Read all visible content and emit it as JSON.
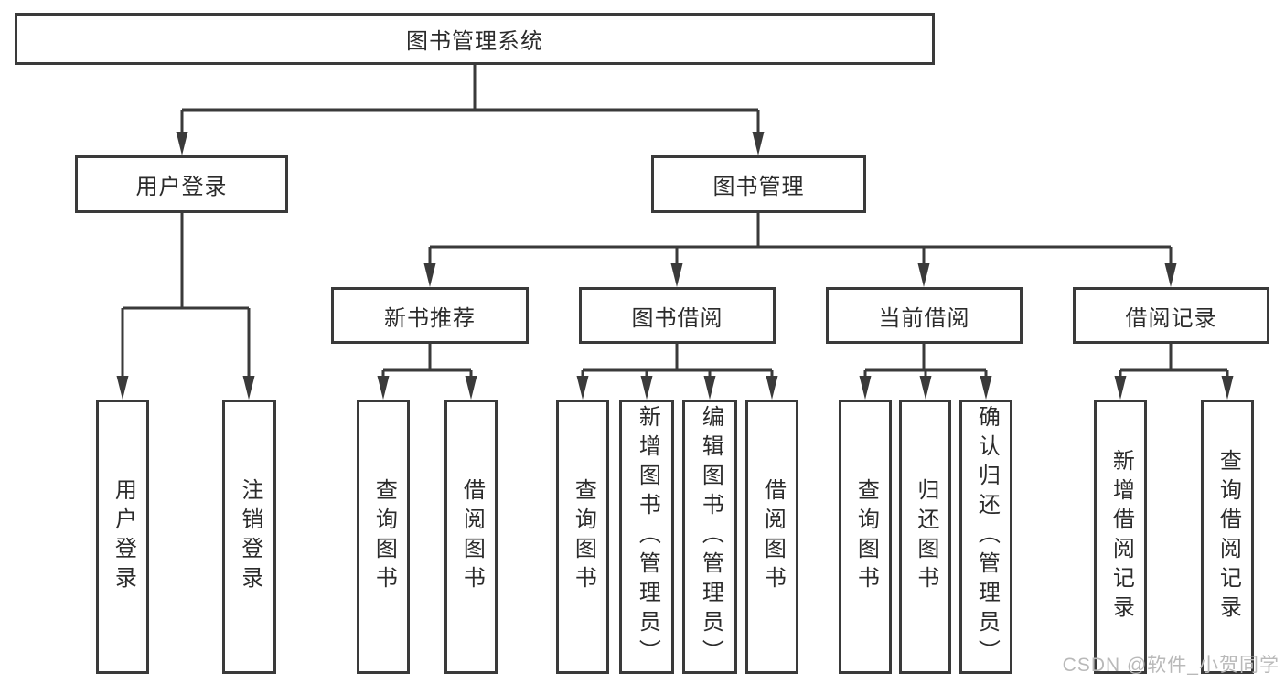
{
  "tree": {
    "label": "图书管理系统",
    "children": [
      {
        "label": "用户登录",
        "children": [
          {
            "label": "用户登录"
          },
          {
            "label": "注销登录"
          }
        ]
      },
      {
        "label": "图书管理",
        "children": [
          {
            "label": "新书推荐",
            "children": [
              {
                "label": "查询图书"
              },
              {
                "label": "借阅图书"
              }
            ]
          },
          {
            "label": "图书借阅",
            "children": [
              {
                "label": "查询图书"
              },
              {
                "label": "新增图书（管理员）"
              },
              {
                "label": "编辑图书（管理员）"
              },
              {
                "label": "借阅图书"
              }
            ]
          },
          {
            "label": "当前借阅",
            "children": [
              {
                "label": "查询图书"
              },
              {
                "label": "归还图书"
              },
              {
                "label": "确认归还（管理员）"
              }
            ]
          },
          {
            "label": "借阅记录",
            "children": [
              {
                "label": "新增借阅记录"
              },
              {
                "label": "查询借阅记录"
              }
            ]
          }
        ]
      }
    ]
  },
  "watermark": "CSDN @软件_小贺同学",
  "colors": {
    "line": "#3a3a3a",
    "box_border": "#3a3a3a",
    "text": "#2b2b2b",
    "background": "#ffffff",
    "watermark": "#b9b9b9"
  }
}
